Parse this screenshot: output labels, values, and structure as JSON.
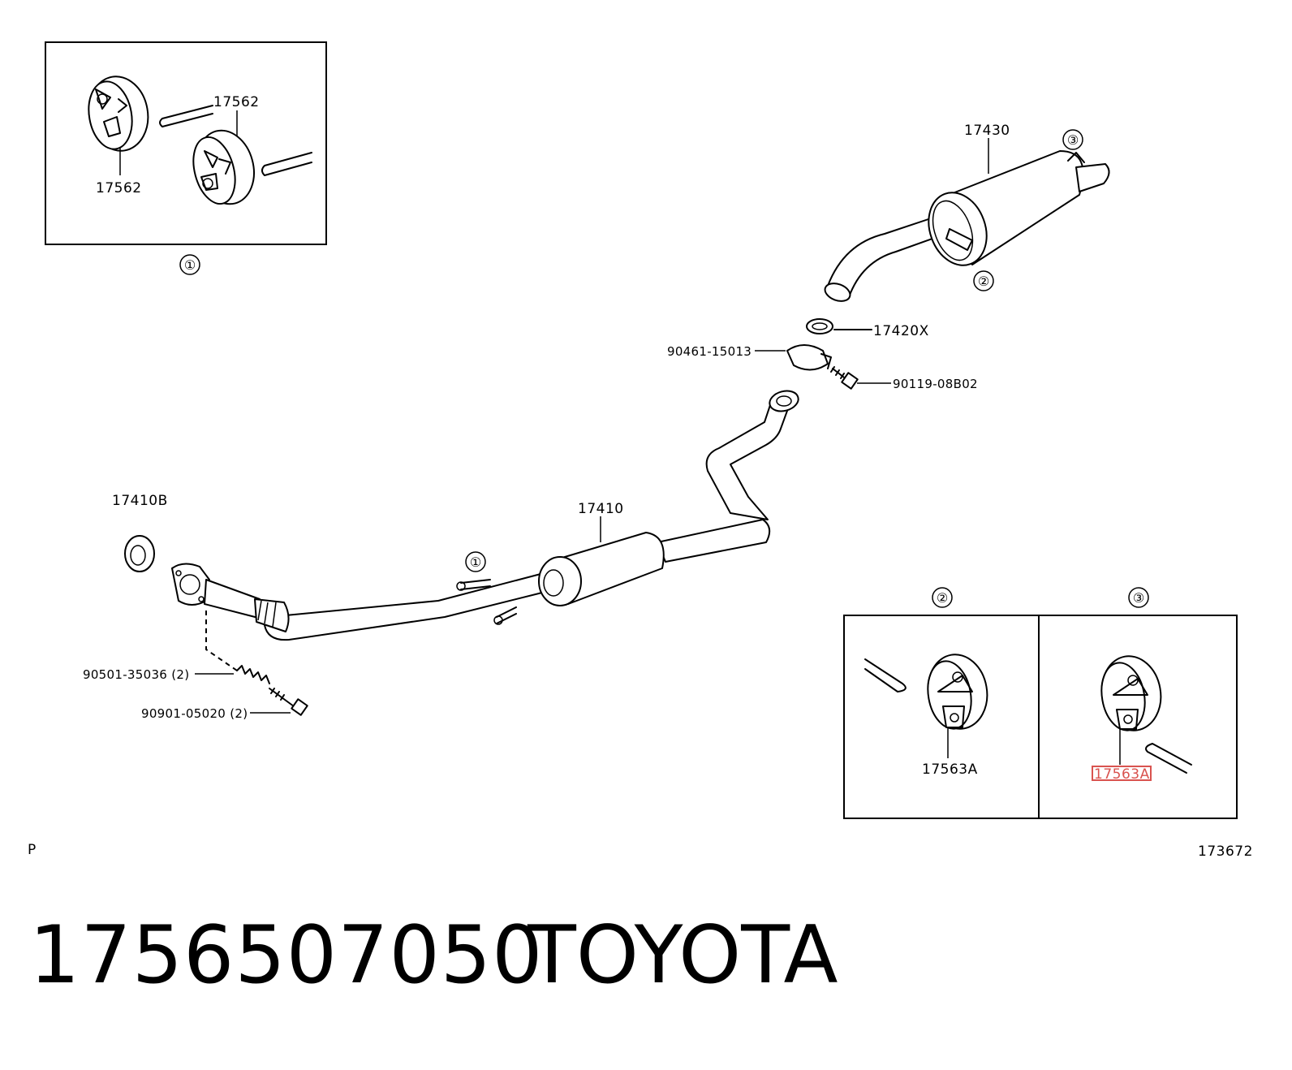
{
  "inset1": {
    "callout": "①",
    "labels": [
      "17562",
      "17562"
    ]
  },
  "muffler": {
    "part": "17430",
    "callout_2": "②",
    "callout_3": "③"
  },
  "gasket": "17420X",
  "clamp": "90461-15013",
  "bolt": "90119-08B02",
  "front_gasket": "17410B",
  "center_pipe": {
    "part": "17410",
    "callout_1": "①"
  },
  "spring": "90501-35036 (2)",
  "front_bolt": "90901-05020 (2)",
  "inset2": {
    "callout": "②",
    "label": "17563A"
  },
  "inset3": {
    "callout": "③",
    "label": "17563A",
    "highlight_color": "#d9534f"
  },
  "corner_left": "P",
  "corner_right": "173672",
  "footer": {
    "part_number": "1756507050",
    "brand": "TOYOTA"
  }
}
